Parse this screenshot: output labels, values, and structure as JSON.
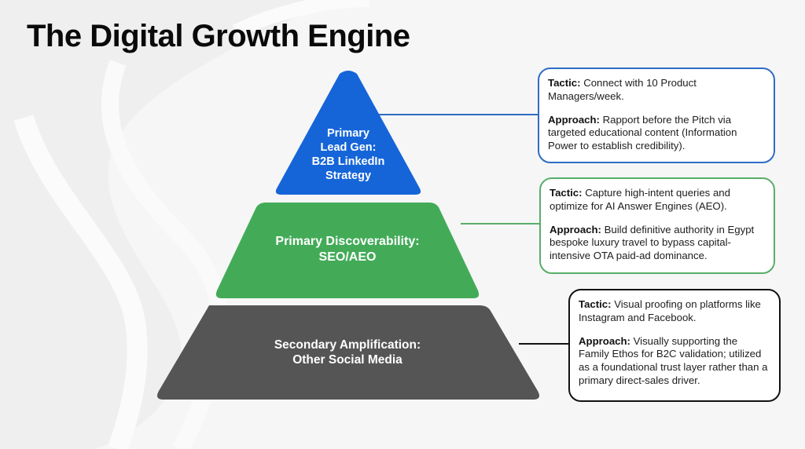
{
  "title": "The Digital Growth Engine",
  "colors": {
    "top_tier": "#1565d8",
    "middle_tier": "#43ab58",
    "bottom_tier": "#555555",
    "top_card_border": "#2f6cc4",
    "middle_card_border": "#58ae68",
    "bottom_card_border": "#111111"
  },
  "tiers": [
    {
      "label_lines": [
        "Primary",
        "Lead Gen:",
        "B2B LinkedIn",
        "Strategy"
      ],
      "card": {
        "tactic_label": "Tactic:",
        "tactic_text": " Connect with 10 Product Managers/week.",
        "approach_label": "Approach:",
        "approach_text": " Rapport before the Pitch via targeted educational content (Information Power to establish credibility)."
      }
    },
    {
      "label_lines": [
        "Primary Discoverability:",
        "SEO/AEO"
      ],
      "card": {
        "tactic_label": "Tactic:",
        "tactic_text": " Capture high-intent queries and optimize for AI Answer Engines (AEO).",
        "approach_label": "Approach:",
        "approach_text": " Build definitive authority in Egypt bespoke luxury travel to bypass capital-intensive OTA paid-ad dominance."
      }
    },
    {
      "label_lines": [
        "Secondary Amplification:",
        "Other Social Media"
      ],
      "card": {
        "tactic_label": "Tactic:",
        "tactic_text": " Visual proofing on platforms like Instagram and Facebook.",
        "approach_label": "Approach:",
        "approach_text": " Visually supporting the Family Ethos for B2C validation; utilized as a foundational trust layer rather than a primary direct-sales driver."
      }
    }
  ]
}
